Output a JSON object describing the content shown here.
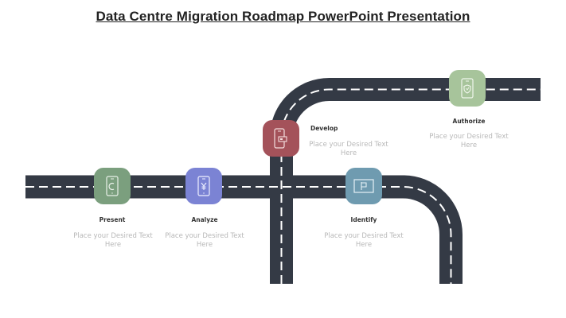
{
  "title": "Data Centre Migration Roadmap PowerPoint Presentation",
  "colors": {
    "road": "#343a45",
    "lane_marking": "#ffffff",
    "present": "#7b9f7e",
    "analyze": "#7b83d4",
    "develop": "#a4525a",
    "identify": "#6f9bb0",
    "authorize": "#a7c49b",
    "label_text": "#333333",
    "desc_text": "#b8b8b8"
  },
  "steps": [
    {
      "label": "Present",
      "desc": "Place your Desired Text Here",
      "icon": "phone-euro-icon",
      "color": "#7b9f7e"
    },
    {
      "label": "Analyze",
      "desc": "Place your Desired Text Here",
      "icon": "phone-yen-icon",
      "color": "#7b83d4"
    },
    {
      "label": "Develop",
      "desc": "Place your Desired Text Here",
      "icon": "phone-card-icon",
      "color": "#a4525a"
    },
    {
      "label": "Identify",
      "desc": "Place your Desired Text Here",
      "icon": "flag-frame-icon",
      "color": "#6f9bb0"
    },
    {
      "label": "Authorize",
      "desc": "Place your Desired Text Here",
      "icon": "phone-shield-icon",
      "color": "#a7c49b"
    }
  ]
}
